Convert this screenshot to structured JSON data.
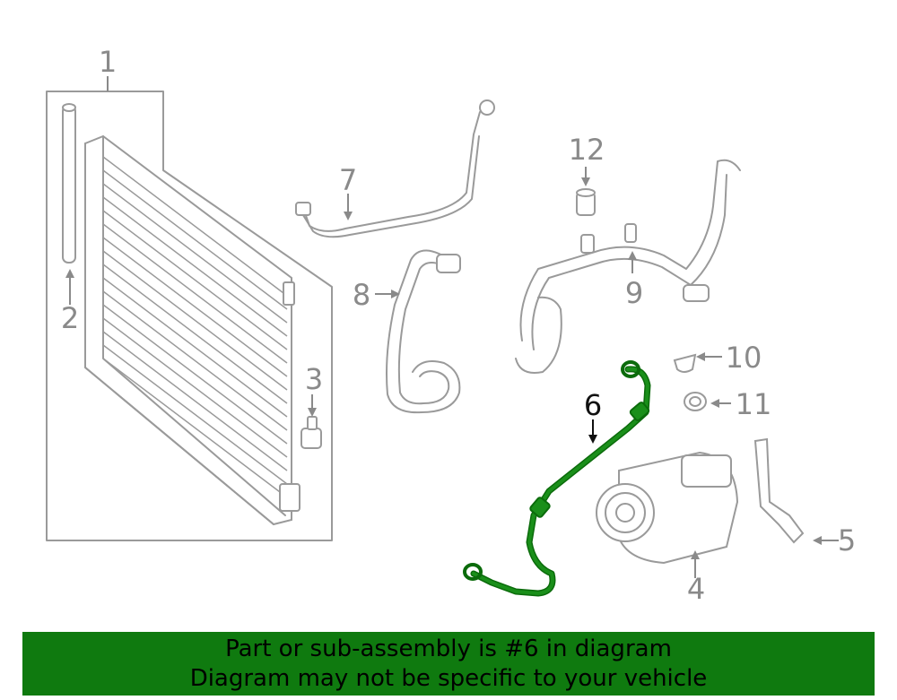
{
  "callouts": {
    "c1": "1",
    "c2": "2",
    "c3": "3",
    "c4": "4",
    "c5": "5",
    "c6": "6",
    "c7": "7",
    "c8": "8",
    "c9": "9",
    "c10": "10",
    "c11": "11",
    "c12": "12"
  },
  "highlight": {
    "part": "6",
    "color": "#0f7a0f"
  },
  "banner": {
    "line1": "Part or sub-assembly is #6 in diagram",
    "line2": "Diagram may not be specific to your vehicle"
  }
}
